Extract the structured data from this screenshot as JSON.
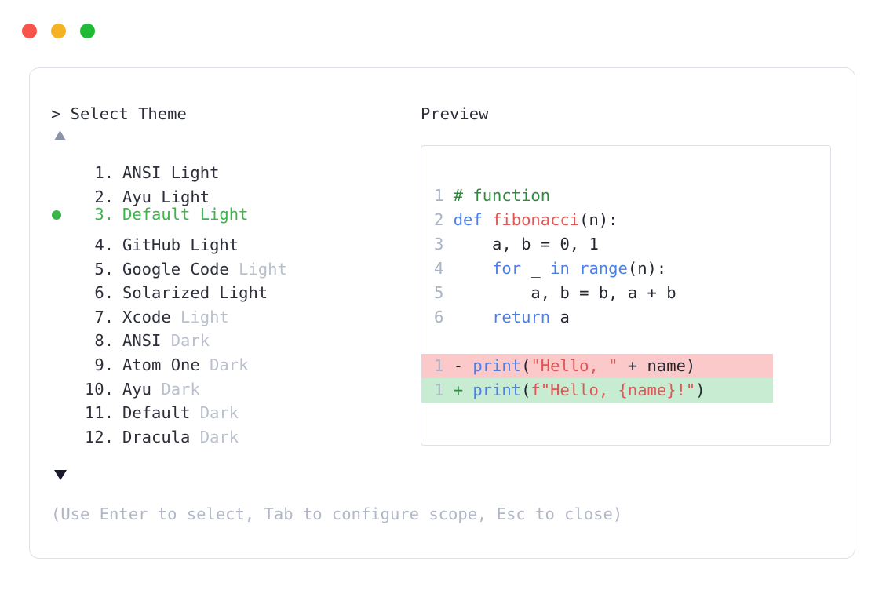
{
  "window": {
    "controls": [
      {
        "name": "close",
        "color": "#f9544c"
      },
      {
        "name": "minimize",
        "color": "#f5b323"
      },
      {
        "name": "maximize",
        "color": "#20ba36"
      }
    ]
  },
  "selector": {
    "prompt": "> Select Theme",
    "scroll_up_glyph": "▲",
    "scroll_down_glyph": "▼",
    "selected_index": 3,
    "selected_color": "#3cb54a",
    "bullet_glyph": "●",
    "items": [
      {
        "number": "1.",
        "name": "ANSI Light",
        "variant": "",
        "selected": false
      },
      {
        "number": "2.",
        "name": "Ayu Light",
        "variant": "",
        "selected": false
      },
      {
        "number": "3.",
        "name": "Default Light",
        "variant": "",
        "selected": true
      },
      {
        "number": "4.",
        "name": "GitHub Light",
        "variant": "",
        "selected": false
      },
      {
        "number": "5.",
        "name": "Google Code",
        "variant": "Light",
        "selected": false
      },
      {
        "number": "6.",
        "name": "Solarized Light",
        "variant": "",
        "selected": false
      },
      {
        "number": "7.",
        "name": "Xcode",
        "variant": "Light",
        "selected": false
      },
      {
        "number": "8.",
        "name": "ANSI",
        "variant": "Dark",
        "selected": false
      },
      {
        "number": "9.",
        "name": "Atom One",
        "variant": "Dark",
        "selected": false
      },
      {
        "number": "10.",
        "name": "Ayu",
        "variant": "Dark",
        "selected": false
      },
      {
        "number": "11.",
        "name": "Default",
        "variant": "Dark",
        "selected": false
      },
      {
        "number": "12.",
        "name": "Dracula",
        "variant": "Dark",
        "selected": false
      }
    ],
    "hint": "(Use Enter to select, Tab to configure scope, Esc to close)"
  },
  "preview": {
    "label": "Preview",
    "code_lines": [
      {
        "ln": "1",
        "tokens": [
          {
            "t": "# function",
            "c": "comment"
          }
        ]
      },
      {
        "ln": "2",
        "tokens": [
          {
            "t": "def ",
            "c": "keyword"
          },
          {
            "t": "fibonacci",
            "c": "func"
          },
          {
            "t": "(n):",
            "c": "plain"
          }
        ]
      },
      {
        "ln": "3",
        "tokens": [
          {
            "t": "    a, b = ",
            "c": "plain"
          },
          {
            "t": "0",
            "c": "num"
          },
          {
            "t": ", ",
            "c": "plain"
          },
          {
            "t": "1",
            "c": "num"
          }
        ]
      },
      {
        "ln": "4",
        "tokens": [
          {
            "t": "    ",
            "c": "plain"
          },
          {
            "t": "for",
            "c": "keyword"
          },
          {
            "t": " _ ",
            "c": "plain"
          },
          {
            "t": "in",
            "c": "keyword"
          },
          {
            "t": " ",
            "c": "plain"
          },
          {
            "t": "range",
            "c": "builtin"
          },
          {
            "t": "(n):",
            "c": "plain"
          }
        ]
      },
      {
        "ln": "5",
        "tokens": [
          {
            "t": "        a, b = b, a + b",
            "c": "plain"
          }
        ]
      },
      {
        "ln": "6",
        "tokens": [
          {
            "t": "    ",
            "c": "plain"
          },
          {
            "t": "return",
            "c": "keyword"
          },
          {
            "t": " a",
            "c": "plain"
          }
        ]
      }
    ],
    "diff_lines": [
      {
        "ln": "1",
        "kind": "del",
        "marker": "-",
        "tokens": [
          {
            "t": "print",
            "c": "builtin"
          },
          {
            "t": "(",
            "c": "plain"
          },
          {
            "t": "\"Hello, \"",
            "c": "string"
          },
          {
            "t": " + name)",
            "c": "plain"
          }
        ]
      },
      {
        "ln": "1",
        "kind": "add",
        "marker": "+",
        "tokens": [
          {
            "t": "print",
            "c": "builtin"
          },
          {
            "t": "(",
            "c": "plain"
          },
          {
            "t": "f\"Hello, {name}!\"",
            "c": "string"
          },
          {
            "t": ")",
            "c": "plain"
          }
        ]
      }
    ],
    "diff_del_bg": "#fbc9c9",
    "diff_add_bg": "#c8ecd2"
  },
  "colors": {
    "text": "#2c2e3a",
    "muted": "#b9bfcc",
    "hint": "#b0b7c6",
    "border": "#dde1e8",
    "line_number": "#aab3c4",
    "scroll_up": "#8a93a8",
    "scroll_down": "#1a1a2e",
    "comment": "#2e8b3e",
    "keyword": "#4a7fe8",
    "function": "#e05555",
    "string": "#e05555"
  }
}
